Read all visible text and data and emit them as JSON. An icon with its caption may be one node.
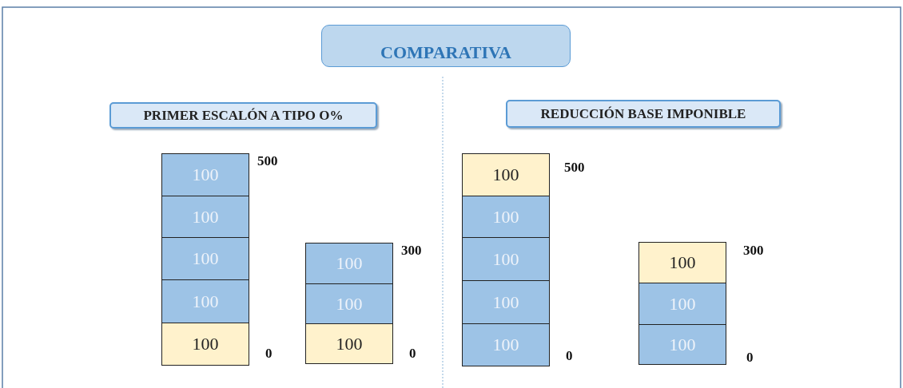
{
  "diagram": {
    "nodes": [
      {
        "text": [
          "COMPARATIVA"
        ]
      },
      {
        "text": [
          "PRIMER ESCALÓN A TIPO O%"
        ]
      },
      {
        "text": [
          "REDUCCIÓN BASE IMPONIBLE"
        ]
      },
      {
        "text": [
          "100"
        ]
      },
      {
        "text": [
          "100"
        ]
      },
      {
        "text": [
          "100"
        ]
      },
      {
        "text": [
          "100"
        ]
      },
      {
        "text": [
          "100"
        ]
      },
      {
        "text": [
          "100"
        ]
      },
      {
        "text": [
          "100"
        ]
      },
      {
        "text": [
          "100"
        ]
      },
      {
        "text": [
          "100"
        ]
      },
      {
        "text": [
          "100"
        ]
      },
      {
        "text": [
          "100"
        ]
      },
      {
        "text": [
          "100"
        ]
      },
      {
        "text": [
          "100"
        ]
      },
      {
        "text": [
          "100"
        ]
      },
      {
        "text": [
          "100"
        ]
      },
      {
        "text": [
          "100"
        ]
      }
    ],
    "edges": [],
    "labels": [
      "500",
      "0",
      "300",
      "0",
      "500",
      "0",
      "300",
      "0"
    ]
  }
}
